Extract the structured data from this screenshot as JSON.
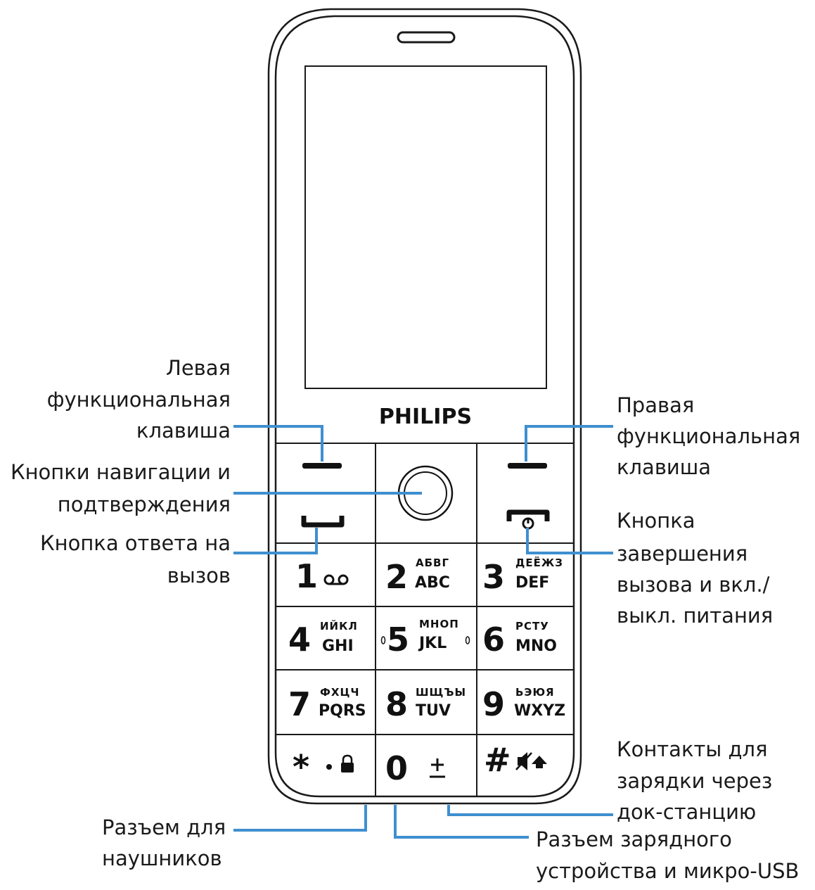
{
  "brand": "PHILIPS",
  "colors": {
    "leader_line": "#3f8fcf",
    "outline": "#1a1a1a",
    "background": "#ffffff"
  },
  "callouts": {
    "left_soft_key": [
      "Левая",
      "функциональная",
      "клавиша"
    ],
    "nav_confirm": [
      "Кнопки навигации и",
      "подтверждения"
    ],
    "answer_call": [
      "Кнопка ответа на",
      "вызов"
    ],
    "right_soft_key": [
      "Правая",
      "функциональная",
      "клавиша"
    ],
    "end_call_power": [
      "Кнопка",
      "завершения",
      "вызова и вкл./",
      "выкл. питания"
    ],
    "dock_contacts": [
      "Контакты для",
      "зарядки через",
      "док-станцию"
    ],
    "headphone_jack": [
      "Разъем для",
      "наушников"
    ],
    "charger_usb": [
      "Разъем зарядного",
      "устройства и микро-USB"
    ]
  },
  "keypad": [
    {
      "digit": "1",
      "lat": "",
      "cyr": "",
      "icon": "voicemail-icon"
    },
    {
      "digit": "2",
      "lat": "ABC",
      "cyr": "АБВГ"
    },
    {
      "digit": "3",
      "lat": "DEF",
      "cyr": "ДЕЁЖЗ"
    },
    {
      "digit": "4",
      "lat": "GHI",
      "cyr": "ИЙКЛ"
    },
    {
      "digit": "5",
      "lat": "JKL",
      "cyr": "МНОП"
    },
    {
      "digit": "6",
      "lat": "MNO",
      "cyr": "РСТУ"
    },
    {
      "digit": "7",
      "lat": "PQRS",
      "cyr": "ФХЦЧ"
    },
    {
      "digit": "8",
      "lat": "TUV",
      "cyr": "ШЩЪЫ"
    },
    {
      "digit": "9",
      "lat": "WXYZ",
      "cyr": "ЬЭЮЯ"
    },
    {
      "digit": "*",
      "lat": "",
      "cyr": "",
      "icon": "lock-icon"
    },
    {
      "digit": "0",
      "lat": "",
      "cyr": "",
      "icon": "plus-minus-icon"
    },
    {
      "digit": "#",
      "lat": "",
      "cyr": "",
      "icon": "mute-shift-icon"
    }
  ]
}
